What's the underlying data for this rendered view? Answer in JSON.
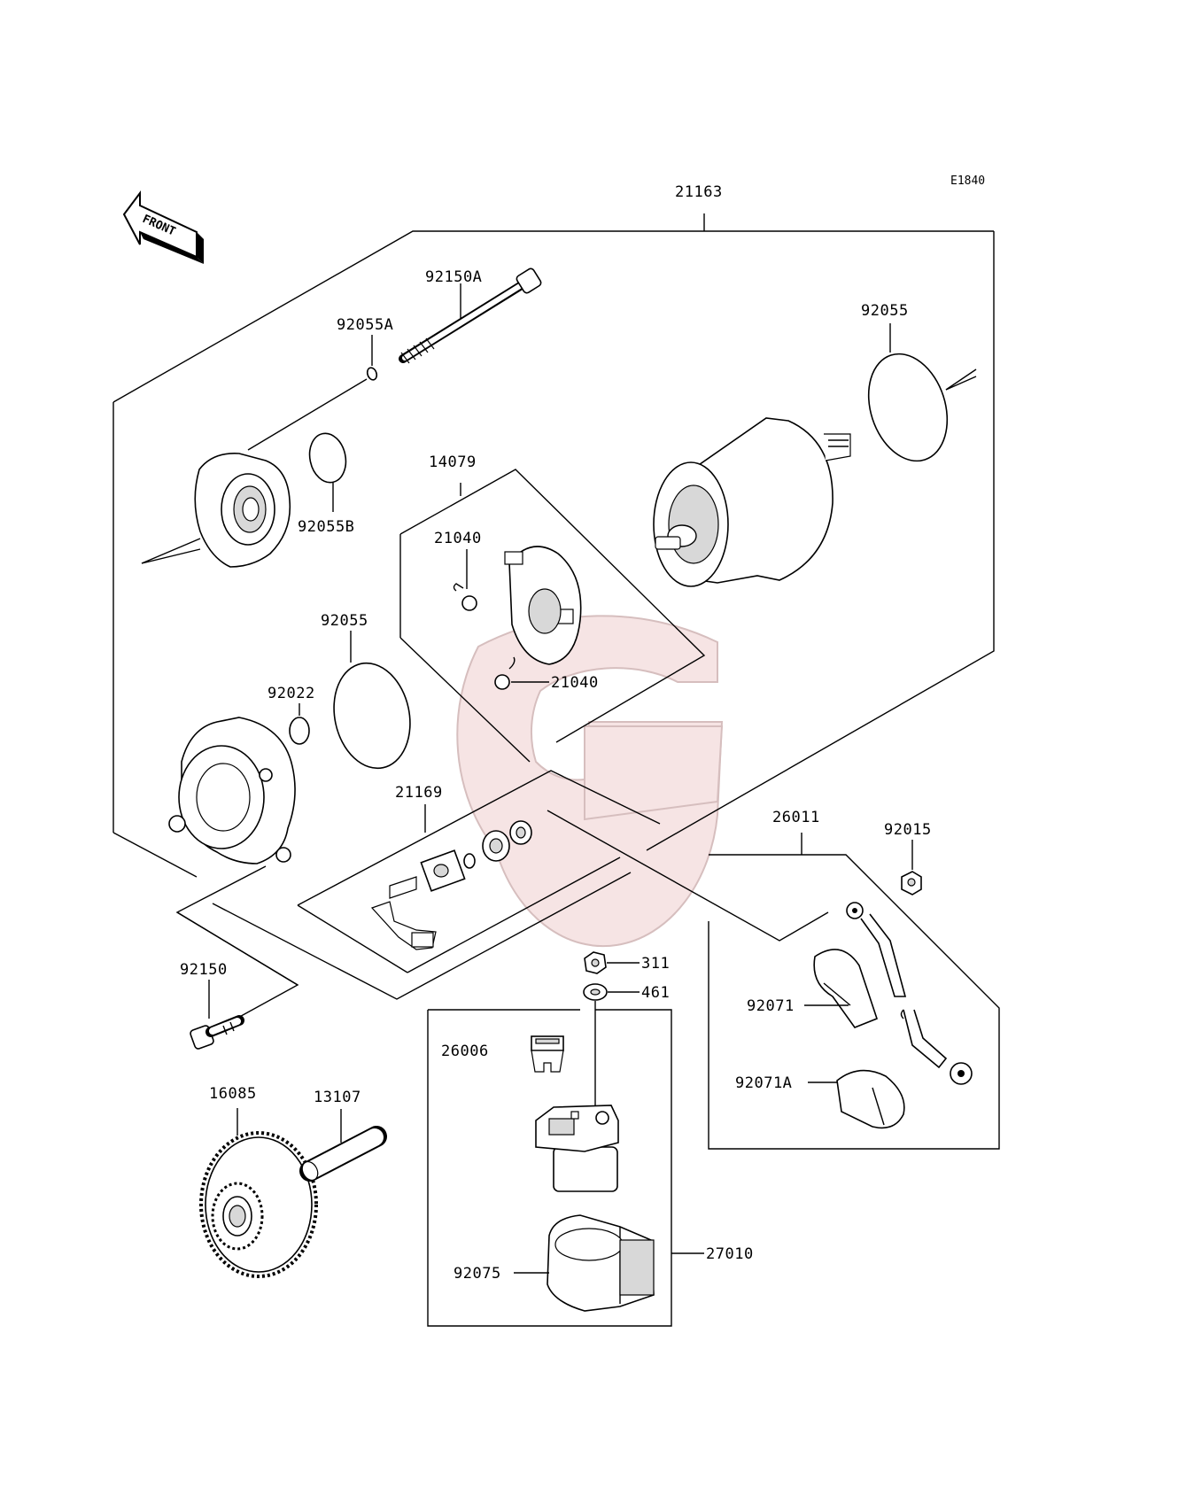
{
  "diagram": {
    "code": "E1840",
    "front_label": "FRONT",
    "colors": {
      "ink": "#000000",
      "watermark_fill": "#f4dcdc",
      "watermark_stroke": "#c9a9a9"
    },
    "labels": {
      "p21163": "21163",
      "p92150A": "92150A",
      "p92055A": "92055A",
      "p92055_top": "92055",
      "p92055B": "92055B",
      "p14079": "14079",
      "p21040_top": "21040",
      "p21040_bottom": "21040",
      "p92055_mid": "92055",
      "p92022": "92022",
      "p21169": "21169",
      "p26011": "26011",
      "p92015": "92015",
      "p92150": "92150",
      "p311": "311",
      "p461": "461",
      "p92071": "92071",
      "p26006": "26006",
      "p92071A": "92071A",
      "p16085": "16085",
      "p13107": "13107",
      "p27010": "27010",
      "p92075": "92075"
    }
  }
}
